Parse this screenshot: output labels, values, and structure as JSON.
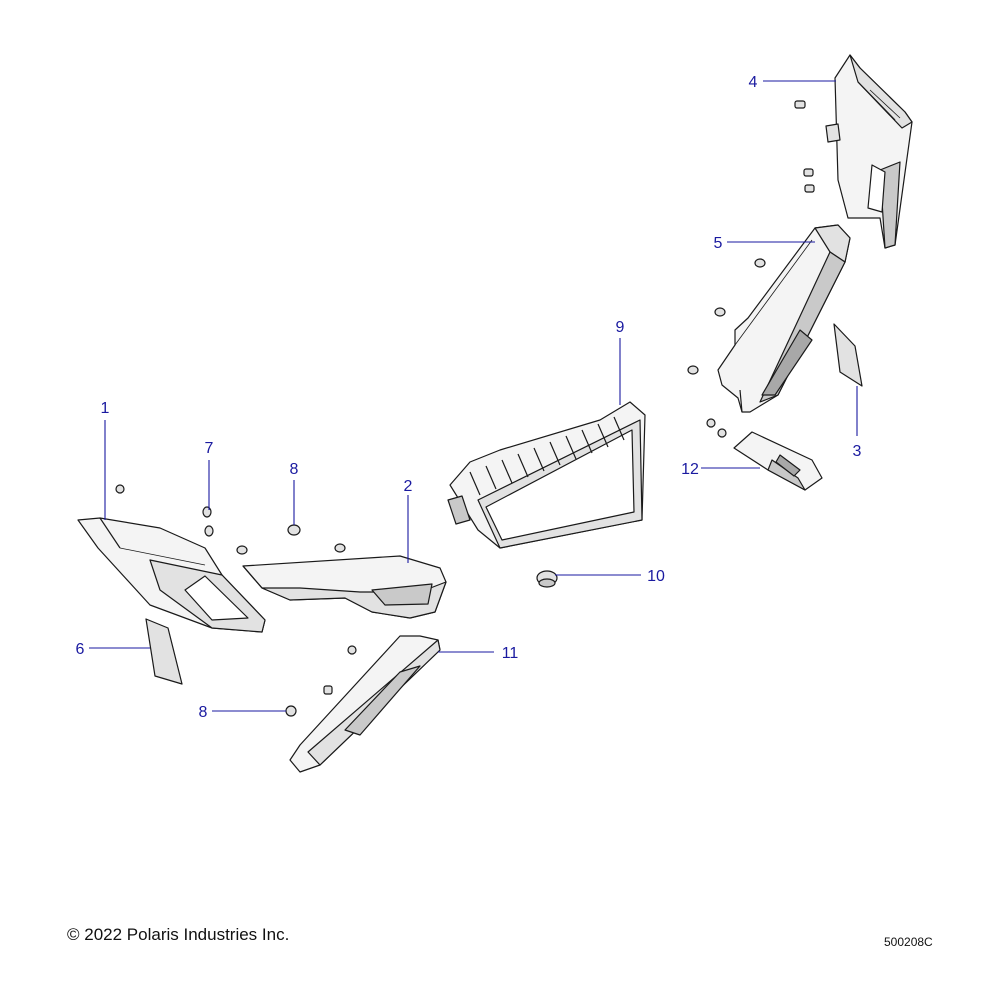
{
  "callouts": {
    "c1": "1",
    "c2": "2",
    "c3": "3",
    "c4": "4",
    "c5": "5",
    "c6": "6",
    "c7": "7",
    "c8a": "8",
    "c8b": "8",
    "c9": "9",
    "c10": "10",
    "c11": "11",
    "c12": "12"
  },
  "footer": {
    "copyright": "© 2022 Polaris Industries Inc.",
    "drawing_id": "500208C"
  },
  "colors": {
    "callout": "#1a1aa0",
    "linework": "#1a1a1a"
  }
}
